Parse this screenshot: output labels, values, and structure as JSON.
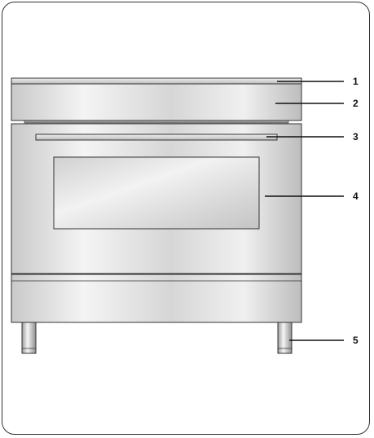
{
  "diagram": {
    "callouts": [
      {
        "id": "1",
        "label": "1"
      },
      {
        "id": "2",
        "label": "2"
      },
      {
        "id": "3",
        "label": "3"
      },
      {
        "id": "4",
        "label": "4"
      },
      {
        "id": "5",
        "label": "5"
      }
    ]
  },
  "colors": {
    "steel_light": "#f2f2f2",
    "steel_mid": "#cfcfcf",
    "steel_dark": "#a8a8a8",
    "outline": "#333333",
    "window": "#dedede"
  }
}
